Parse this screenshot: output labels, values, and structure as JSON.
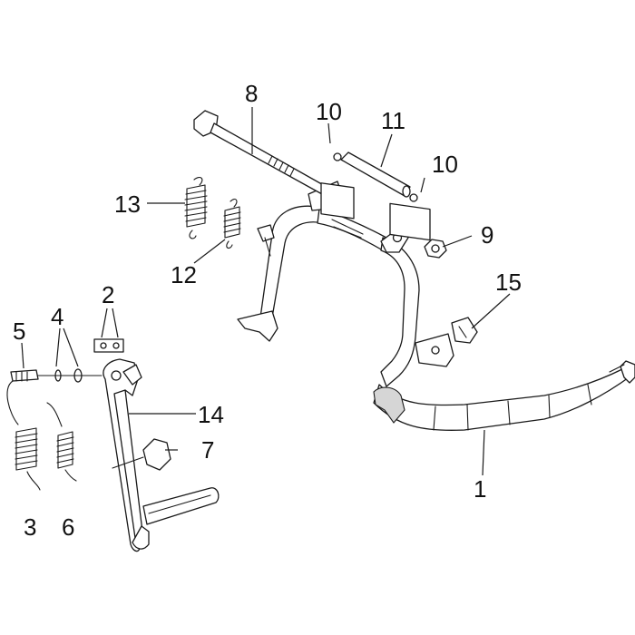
{
  "colors": {
    "line": "#1a1a1a",
    "background": "#ffffff",
    "shade": "#d6d6d6"
  },
  "callouts": [
    {
      "id": "c1",
      "label": "1"
    },
    {
      "id": "c2",
      "label": "2"
    },
    {
      "id": "c3",
      "label": "3"
    },
    {
      "id": "c4",
      "label": "4"
    },
    {
      "id": "c5",
      "label": "5"
    },
    {
      "id": "c6",
      "label": "6"
    },
    {
      "id": "c7",
      "label": "7"
    },
    {
      "id": "c8",
      "label": "8"
    },
    {
      "id": "c9",
      "label": "9"
    },
    {
      "id": "c10a",
      "label": "10"
    },
    {
      "id": "c10b",
      "label": "10"
    },
    {
      "id": "c11",
      "label": "11"
    },
    {
      "id": "c12",
      "label": "12"
    },
    {
      "id": "c13",
      "label": "13"
    },
    {
      "id": "c14",
      "label": "14"
    },
    {
      "id": "c15",
      "label": "15"
    }
  ]
}
